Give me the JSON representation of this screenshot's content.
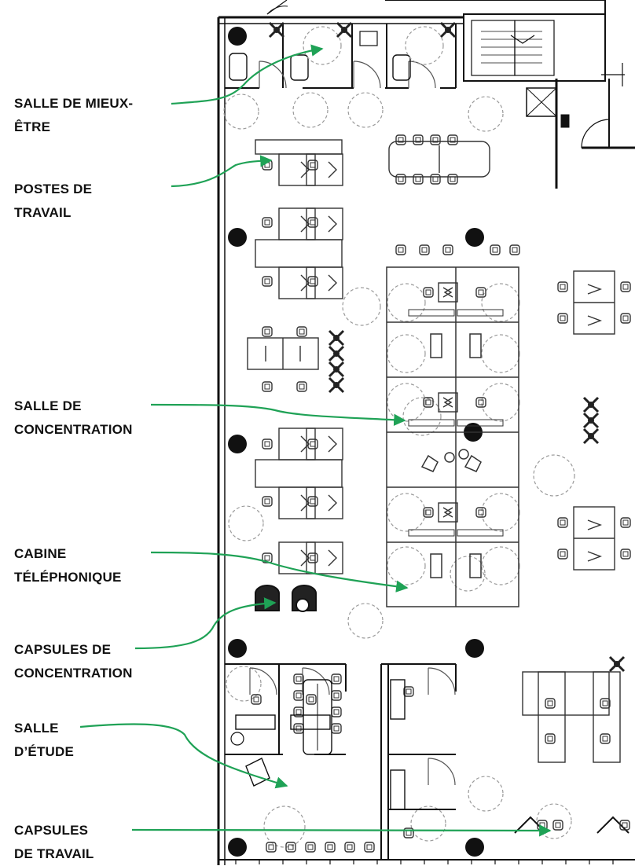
{
  "colors": {
    "arrow": "#1fa256",
    "wall": "#111111",
    "furniture": "#333333",
    "circle": "#9a9a9a"
  },
  "labels": [
    {
      "id": "wellness",
      "lines": [
        "SALLE DE MIEUX-",
        "ÊTRE"
      ]
    },
    {
      "id": "workstations",
      "lines": [
        "POSTES DE",
        "TRAVAIL"
      ]
    },
    {
      "id": "focus-room",
      "lines": [
        "SALLE DE",
        "CONCENTRATION"
      ]
    },
    {
      "id": "phone-booth",
      "lines": [
        "CABINE",
        "TÉLÉPHONIQUE"
      ]
    },
    {
      "id": "focus-pods",
      "lines": [
        "CAPSULES DE",
        "CONCENTRATION"
      ]
    },
    {
      "id": "study-room",
      "lines": [
        "SALLE",
        "D’ÉTUDE"
      ]
    },
    {
      "id": "work-pods",
      "lines": [
        "CAPSULES",
        "DE TRAVAIL"
      ]
    }
  ]
}
